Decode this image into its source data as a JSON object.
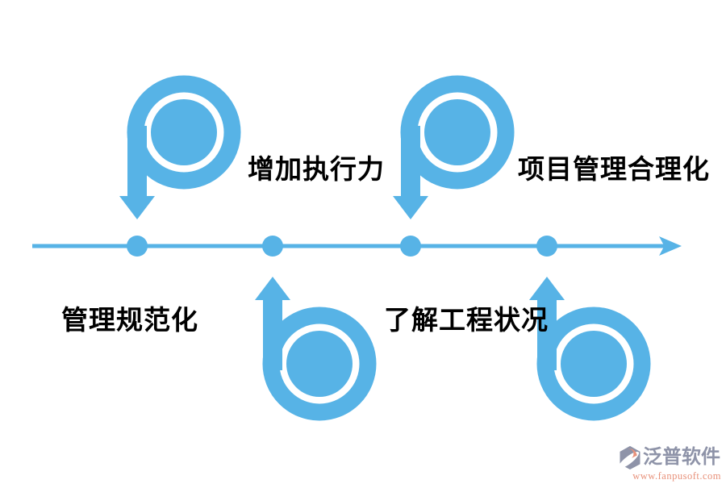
{
  "page": {
    "background_color": "#ffffff"
  },
  "diagram": {
    "type": "timeline",
    "accent_color": "#57b3e6",
    "axis": {
      "direction": "left-to-right",
      "has_arrowhead": true,
      "dot_count": 4
    },
    "milestones": [
      {
        "label": "管理规范化",
        "label_position": "below-line",
        "marker_icon": "p-loop-arrow-icon",
        "arrow_direction": "down-toward-line"
      },
      {
        "label": "增加执行力",
        "label_position": "above-line",
        "marker_icon": "b-loop-arrow-icon",
        "arrow_direction": "up-toward-line"
      },
      {
        "label": "了解工程状况",
        "label_position": "below-line",
        "marker_icon": "p-loop-arrow-icon",
        "arrow_direction": "down-toward-line"
      },
      {
        "label": "项目管理合理化",
        "label_position": "above-line",
        "marker_icon": "b-loop-arrow-icon",
        "arrow_direction": "up-toward-line"
      }
    ],
    "label_color": "#000000"
  },
  "watermark": {
    "brand": "泛普软件",
    "url": "www.fanpusoft.com",
    "brand_color": "#8e93a8",
    "url_color": "#e8917a",
    "logo_icon": "fanpu-logo"
  }
}
